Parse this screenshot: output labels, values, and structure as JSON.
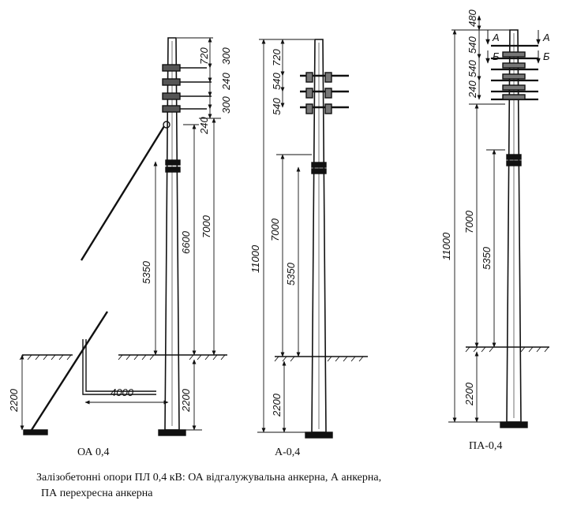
{
  "diagram": {
    "poles": [
      {
        "name": "ОА 0,4",
        "dims": {
          "top_720": "720",
          "d_300_top": "300",
          "d_240": "240",
          "d_300": "300",
          "d_240_low": "240",
          "height_5350": "5350",
          "height_6600": "6600",
          "height_7000": "7000",
          "depth_2200": "2200",
          "brace_depth_2200": "2200",
          "brace_offset_4000": "4000"
        }
      },
      {
        "name": "А-0,4",
        "dims": {
          "top_720": "720",
          "d_540a": "540",
          "d_540b": "540",
          "total_11000": "11000",
          "height_7000": "7000",
          "height_5350": "5350",
          "depth_2200": "2200"
        }
      },
      {
        "name": "ПА-0,4",
        "dims": {
          "top_480": "480",
          "d_540a": "540",
          "d_540b": "540",
          "d_240": "240",
          "total_11000": "11000",
          "height_7000": "7000",
          "height_5350": "5350",
          "depth_2200": "2200",
          "section_a": "А",
          "section_b": "Б"
        }
      }
    ],
    "caption_line1": "Залізобетонні опори ПЛ 0,4 кВ: ОА відгалужувальна анкерна, А анкерна,",
    "caption_line2": "ПА перехресна анкерна"
  }
}
